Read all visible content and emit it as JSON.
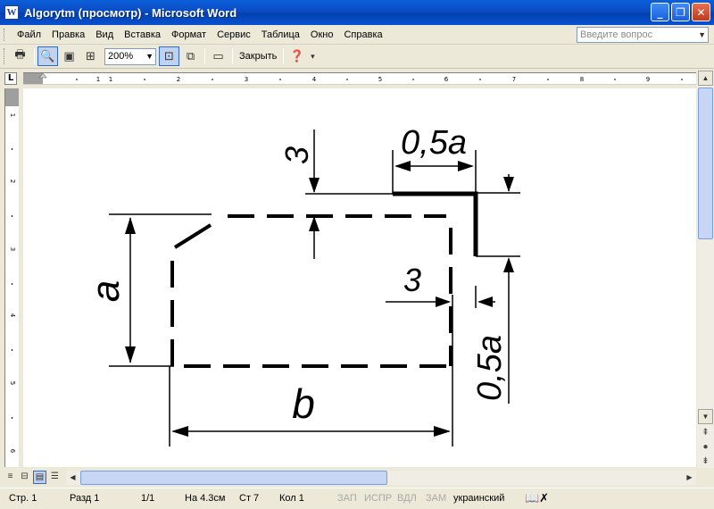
{
  "window": {
    "title": "Algorytm (просмотр) - Microsoft Word",
    "app_icon": "W",
    "minimize": "_",
    "maximize": "❐",
    "close": "✕"
  },
  "menu": {
    "items": [
      "Файл",
      "Правка",
      "Вид",
      "Вставка",
      "Формат",
      "Сервис",
      "Таблица",
      "Окно",
      "Справка"
    ],
    "search_placeholder": "Введите вопрос"
  },
  "toolbar": {
    "zoom_value": "200%",
    "close_label": "Закрыть"
  },
  "ruler": {
    "corner": "L",
    "h_numbers": [
      "1",
      "1",
      "2",
      "3",
      "4",
      "5",
      "6",
      "7",
      "8",
      "9"
    ],
    "v_numbers": [
      "1",
      "2",
      "3",
      "4",
      "5",
      "6"
    ]
  },
  "drawing": {
    "label_a": "a",
    "label_b": "b",
    "label_3_top": "3",
    "label_3_right": "3",
    "label_05a_top": "0,5a",
    "label_05a_right": "0,5a"
  },
  "statusbar": {
    "page": "Стр. 1",
    "section": "Разд 1",
    "pages": "1/1",
    "at": "На 4.3см",
    "line": "Ст 7",
    "col": "Кол 1",
    "rec": "ЗАП",
    "trk": "ИСПР",
    "ext": "ВДЛ",
    "ovr": "ЗАМ",
    "language": "украинский"
  }
}
